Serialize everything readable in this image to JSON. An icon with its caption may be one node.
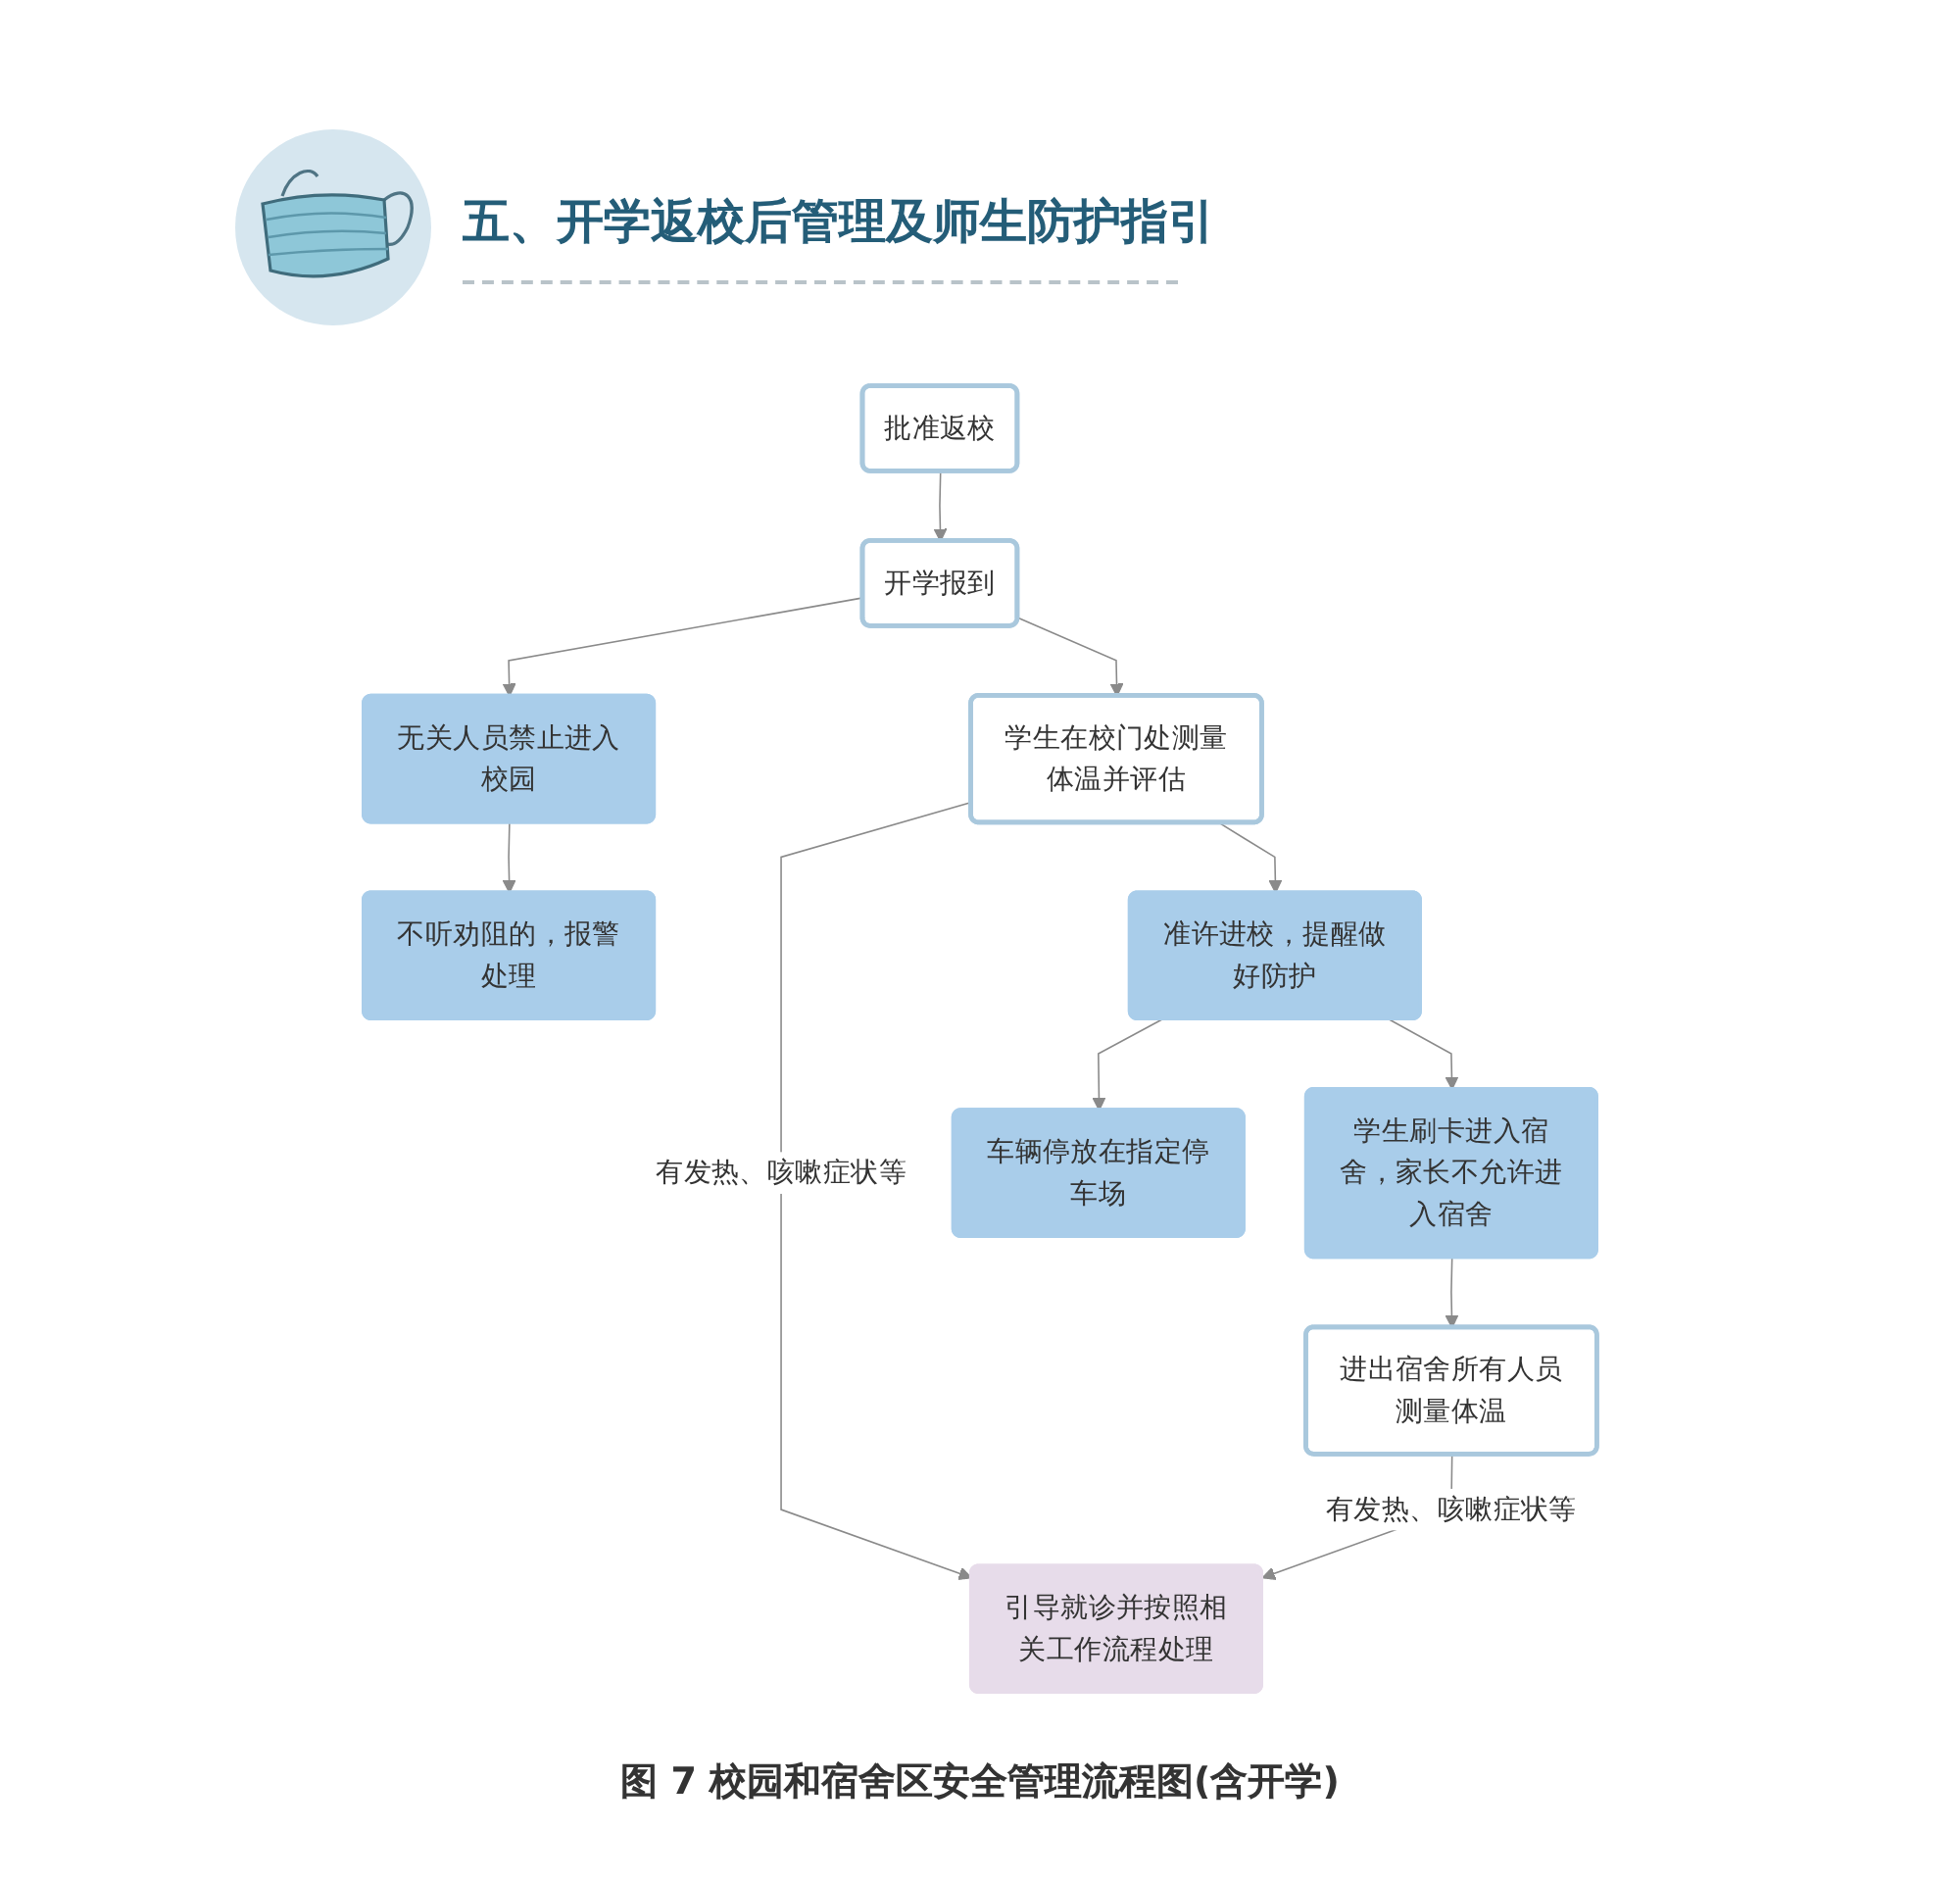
{
  "diagram": {
    "title": "五、开学返校后管理及师生防护指引",
    "caption": "图 7 校园和宿舍区安全管理流程图(含开学)",
    "nodes": [
      {
        "text": [
          "批准返校"
        ]
      },
      {
        "text": [
          "开学报到"
        ]
      },
      {
        "text": [
          "无关人员禁止进入校园"
        ]
      },
      {
        "text": [
          "学生在校门处测量体温并评估"
        ]
      },
      {
        "text": [
          "引导就诊并按照相关工作流程处理"
        ]
      },
      {
        "text": [
          "不听劝阻的，报警处理"
        ]
      },
      {
        "text": [
          "准许进校，提醒做好防护"
        ]
      },
      {
        "text": [
          "车辆停放在指定停车场"
        ]
      },
      {
        "text": [
          "学生刷卡进入宿舍，家长不允许进入宿舍"
        ]
      },
      {
        "text": [
          "进出宿舍所有人员测量体温"
        ]
      }
    ],
    "edges": [
      {
        "from": 0,
        "to": 1,
        "arrow": "to"
      },
      {
        "from": 1,
        "to": 2,
        "arrow": "to"
      },
      {
        "from": 1,
        "to": 3,
        "arrow": "to"
      },
      {
        "from": 3,
        "to": 4,
        "arrow": "to",
        "label": "有发热、咳嗽症状等"
      },
      {
        "from": 2,
        "to": 5,
        "arrow": "to"
      },
      {
        "from": 3,
        "to": 6,
        "arrow": "to"
      },
      {
        "from": 6,
        "to": 7,
        "arrow": "to"
      },
      {
        "from": 6,
        "to": 8,
        "arrow": "to"
      },
      {
        "from": 8,
        "to": 9,
        "arrow": "to"
      },
      {
        "from": 9,
        "to": 4,
        "arrow": "to",
        "label": "有发热、咳嗽症状等"
      }
    ]
  }
}
